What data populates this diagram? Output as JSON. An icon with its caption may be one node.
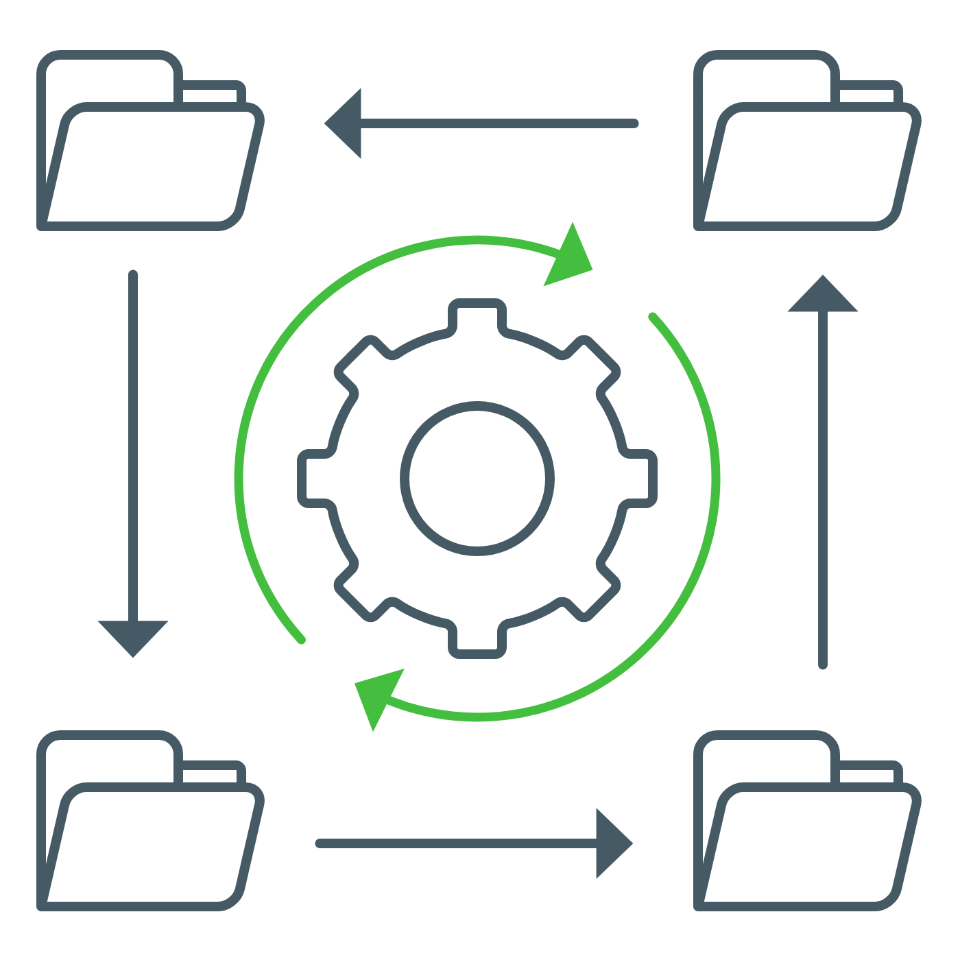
{
  "diagram": {
    "nodes": [
      {
        "text": [],
        "shape": "picture"
      },
      {
        "text": [],
        "shape": "picture"
      },
      {
        "text": [],
        "shape": "picture"
      },
      {
        "text": [],
        "shape": "picture"
      },
      {
        "text": [],
        "shape": "picture"
      }
    ],
    "edges": [
      {
        "from": 1,
        "to": 0,
        "arrow": "to"
      },
      {
        "from": 0,
        "to": 3,
        "arrow": "to"
      },
      {
        "from": 3,
        "to": 4,
        "arrow": "to"
      },
      {
        "from": 4,
        "to": 1,
        "arrow": "to"
      }
    ]
  }
}
